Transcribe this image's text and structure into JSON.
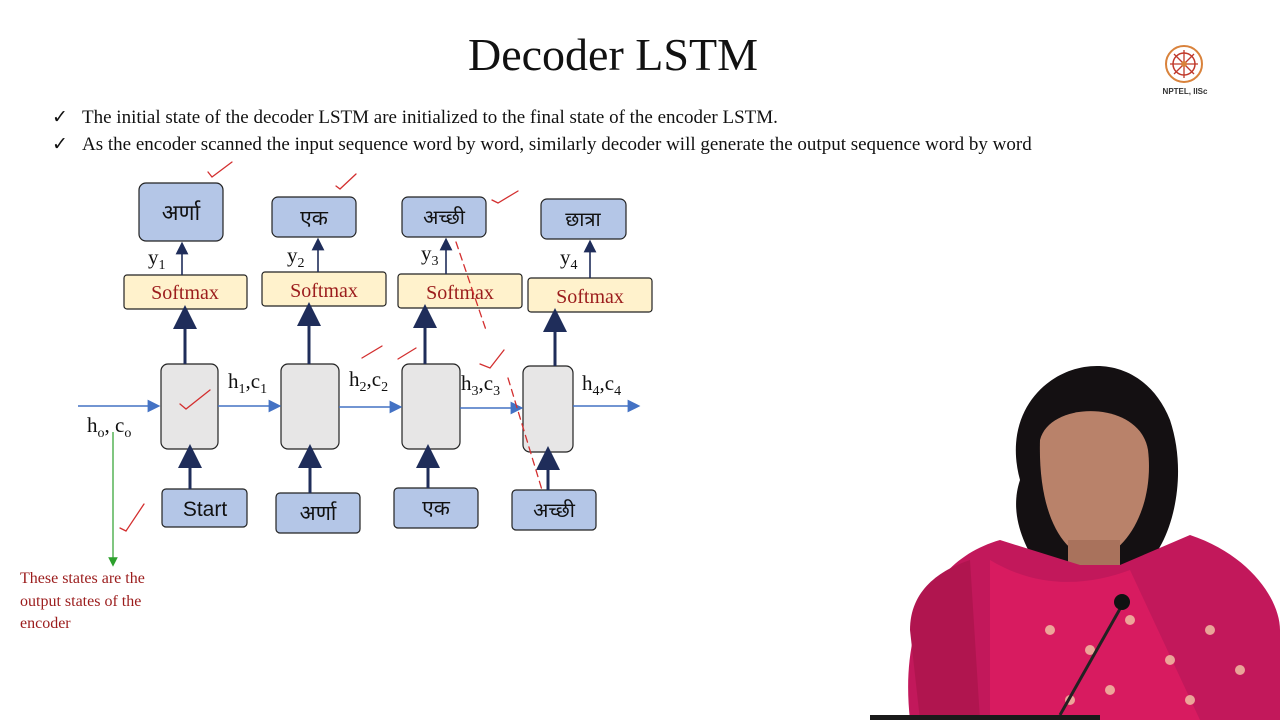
{
  "title": "Decoder LSTM",
  "logo": {
    "text": "NPTEL, IISc",
    "icon": "nptel-logo"
  },
  "bullets": [
    {
      "icon": "check-icon",
      "mark": "✓",
      "text": "The initial state of  the decoder LSTM are initialized to the final state of the encoder LSTM."
    },
    {
      "icon": "check-icon",
      "mark": "✓",
      "text": "As the encoder scanned the input sequence word by word, similarly decoder will generate the output sequence word by word"
    }
  ],
  "diagram": {
    "softmax_label": "Softmax",
    "outputs": [
      "अर्णा",
      "एक",
      "अच्छी",
      "छात्रा"
    ],
    "output_labels": [
      {
        "main": "y",
        "sub": "1"
      },
      {
        "main": "y",
        "sub": "2"
      },
      {
        "main": "y",
        "sub": "3"
      },
      {
        "main": "y",
        "sub": "4"
      }
    ],
    "inputs": [
      "Start",
      "अर्णा",
      "एक",
      "अच्छी"
    ],
    "state_labels": [
      {
        "h": "h",
        "hs": "1",
        "c": "c",
        "cs": "1"
      },
      {
        "h": "h",
        "hs": "2",
        "c": "c",
        "cs": "2"
      },
      {
        "h": "h",
        "hs": "3",
        "c": "c",
        "cs": "3"
      },
      {
        "h": "h",
        "hs": "4",
        "c": "c",
        "cs": "4"
      }
    ],
    "initial_state": {
      "h": "h",
      "hs": "o",
      "c": "c",
      "cs": "o"
    },
    "colors": {
      "box_fill": "#b4c6e7",
      "softmax_fill": "#fff2cc",
      "cell_fill": "#e7e6e6",
      "arrow_dark": "#1f2d5a",
      "arrow_blue": "#4472c4",
      "softmax_text": "#9b1c1c"
    }
  },
  "note": "These states are the output states of the encoder"
}
